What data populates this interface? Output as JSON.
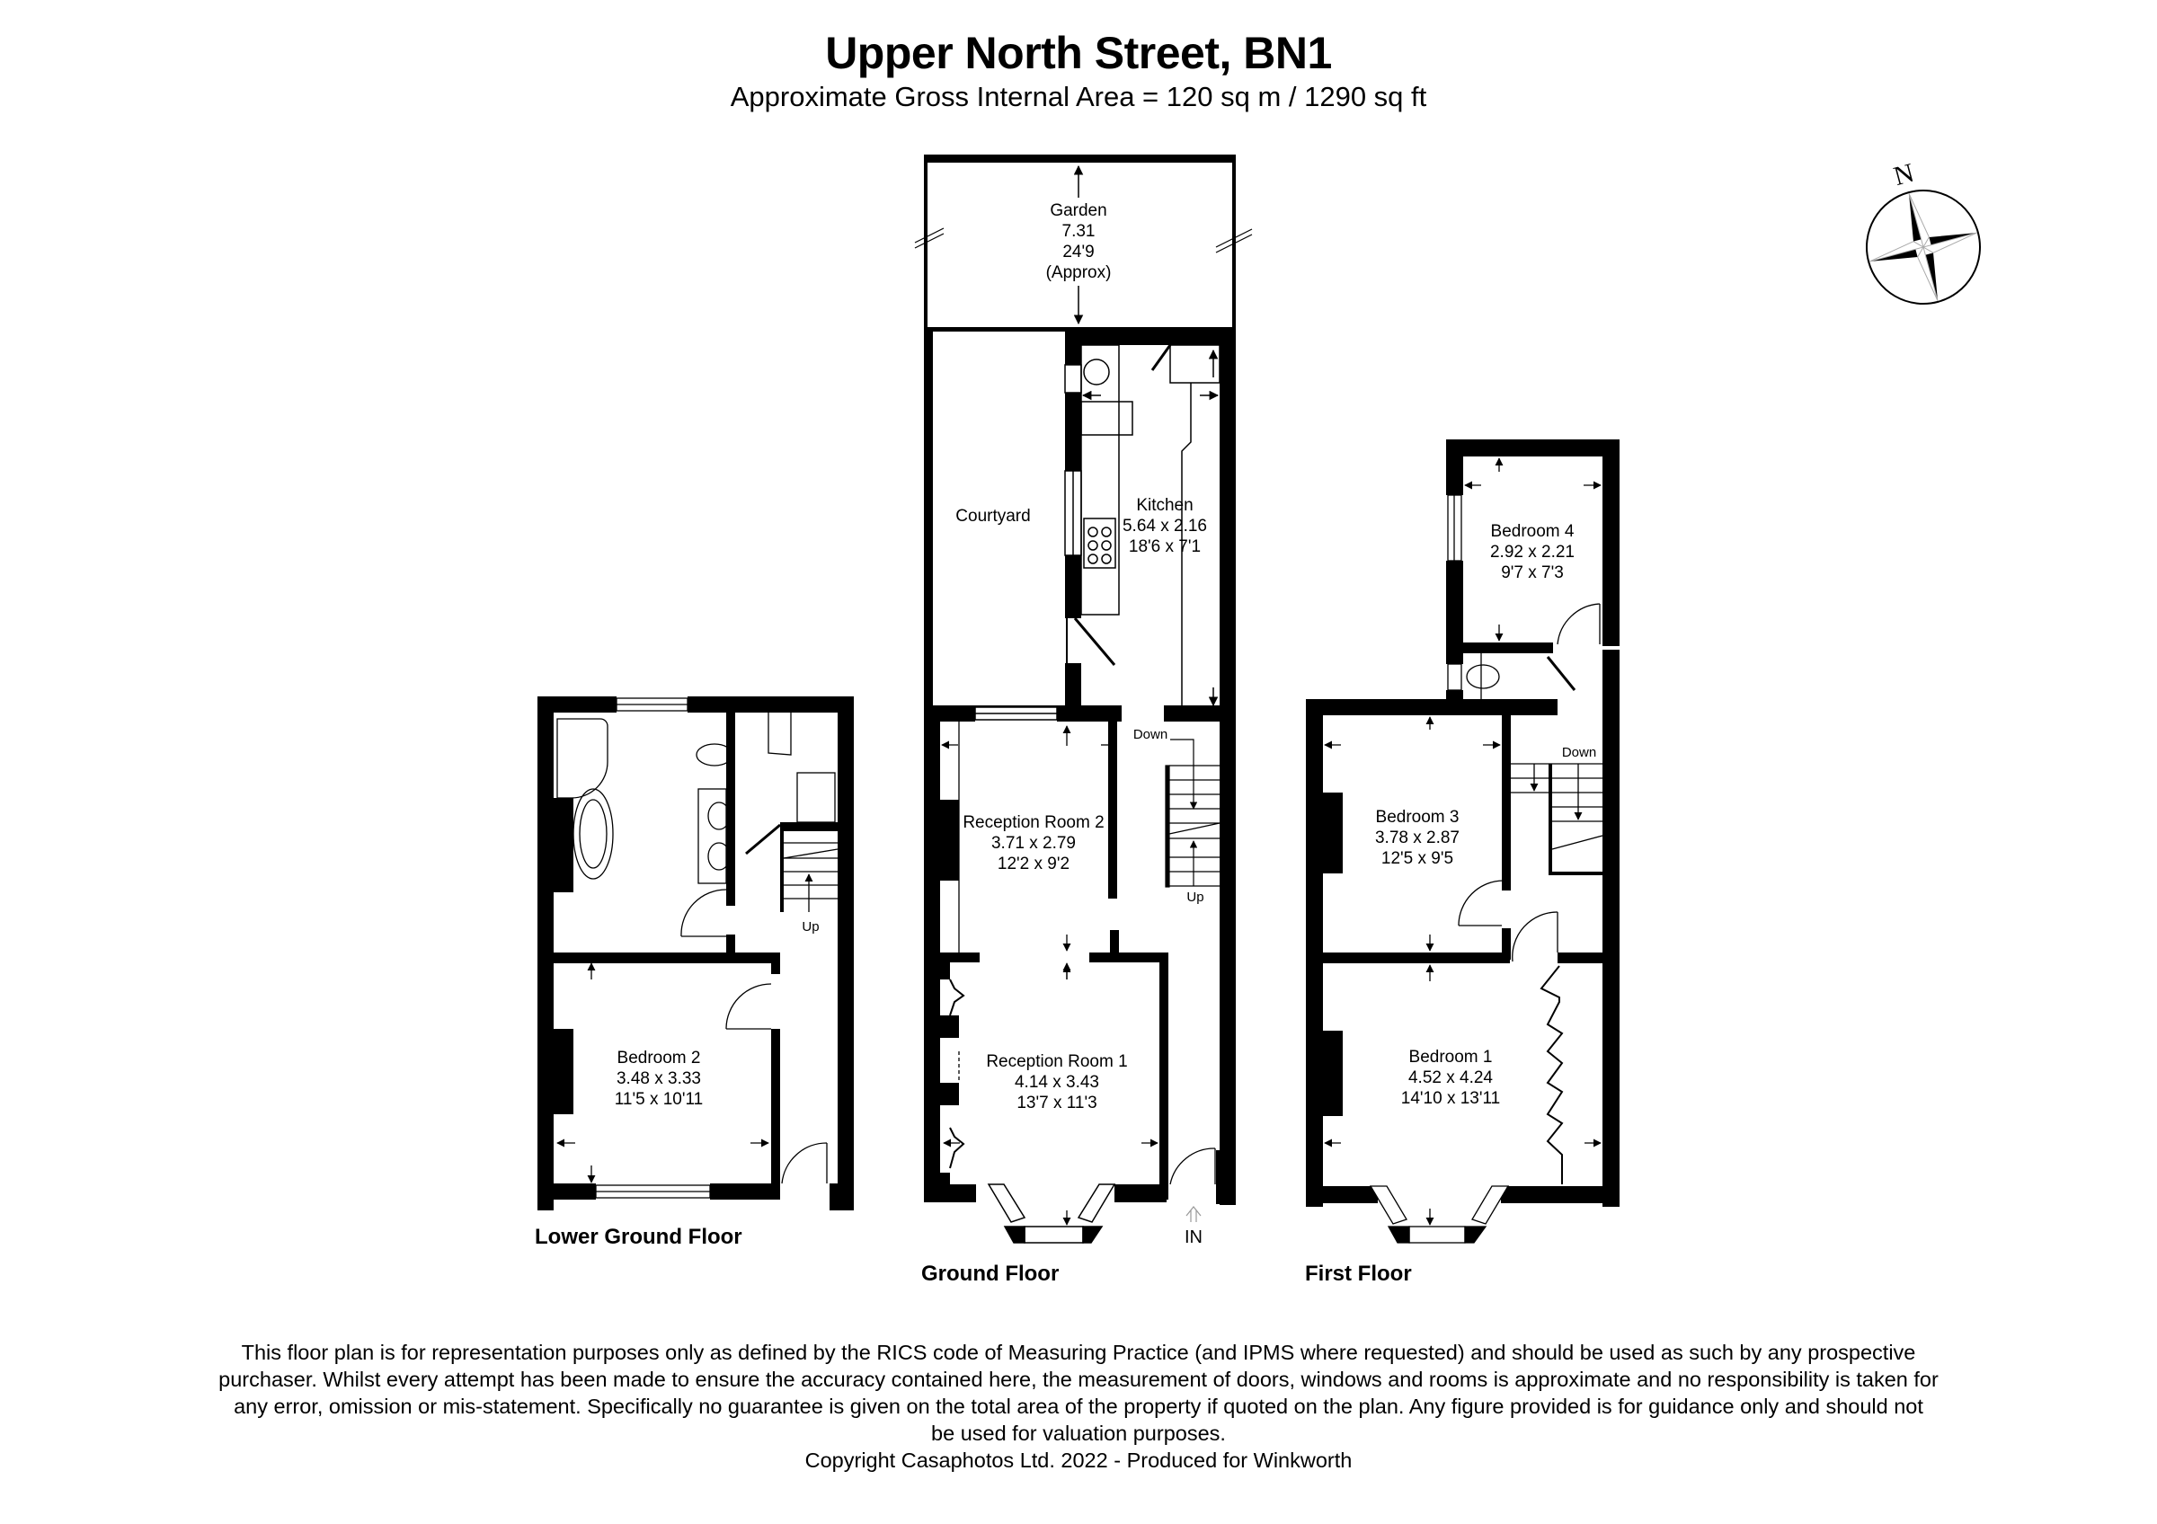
{
  "header": {
    "title": "Upper North Street, BN1",
    "subtitle": "Approximate Gross Internal Area = 120 sq m / 1290 sq ft"
  },
  "compass": {
    "label": "N",
    "icon": "compass-rose-icon"
  },
  "floors": {
    "lower_ground": {
      "label": "Lower Ground Floor",
      "rooms": [
        {
          "name": "Bedroom 2",
          "metric": "3.48 x 3.33",
          "imperial": "11'5 x 10'11"
        }
      ],
      "stairs_label": "Up"
    },
    "ground": {
      "label": "Ground Floor",
      "garden": {
        "name": "Garden",
        "metric": "7.31",
        "imperial": "24'9",
        "note": "(Approx)"
      },
      "courtyard": {
        "name": "Courtyard"
      },
      "rooms": [
        {
          "name": "Kitchen",
          "metric": "5.64 x 2.16",
          "imperial": "18'6 x 7'1"
        },
        {
          "name": "Reception Room 2",
          "metric": "3.71 x 2.79",
          "imperial": "12'2 x 9'2"
        },
        {
          "name": "Reception Room 1",
          "metric": "4.14 x 3.43",
          "imperial": "13'7 x 11'3"
        }
      ],
      "stairs_down_label": "Down",
      "stairs_up_label": "Up",
      "entrance_label": "IN"
    },
    "first": {
      "label": "First Floor",
      "rooms": [
        {
          "name": "Bedroom 4",
          "metric": "2.92 x 2.21",
          "imperial": "9'7 x 7'3"
        },
        {
          "name": "Bedroom 3",
          "metric": "3.78 x 2.87",
          "imperial": "12'5 x 9'5"
        },
        {
          "name": "Bedroom 1",
          "metric": "4.52 x 4.24",
          "imperial": "14'10 x 13'11"
        }
      ],
      "stairs_down_label": "Down"
    }
  },
  "footer": {
    "disclaimer_lines": [
      "This floor plan is for representation purposes only as defined by the RICS code of Measuring Practice (and IPMS where requested) and should be used as such by any prospective",
      "purchaser. Whilst every attempt has been made to ensure the accuracy contained here, the measurement of doors, windows and rooms is approximate and no responsibility is taken for",
      "any error, omission or mis-statement. Specifically no guarantee is given on the total area of the property if quoted on the plan. Any figure provided is for guidance only and should not",
      "be used for valuation purposes."
    ],
    "copyright": "Copyright Casaphotos Ltd. 2022 - Produced for Winkworth"
  }
}
